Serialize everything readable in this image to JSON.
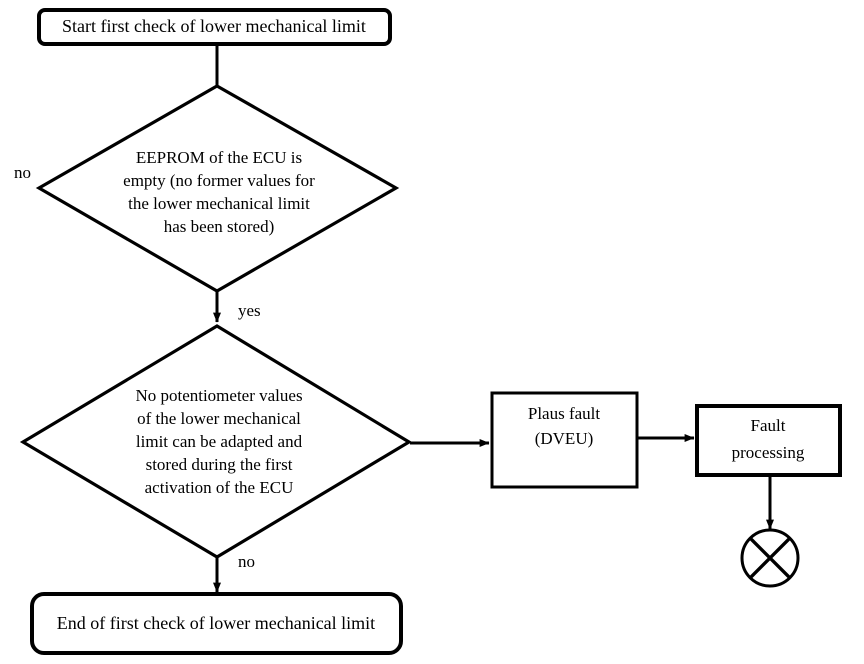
{
  "diagram": {
    "title": "First check of lower mechanical limit flowchart",
    "background_color": "#ffffff",
    "line_color": "#000000",
    "nodes": {
      "start": {
        "type": "rounded-rectangle",
        "text": "Start first check of lower mechanical limit"
      },
      "decision_eeprom": {
        "type": "diamond",
        "line1": "EEPROM of the ECU is",
        "line2": "empty (no former values for",
        "line3": "the lower mechanical limit",
        "line4": "has been stored)"
      },
      "decision_potentiometer": {
        "type": "diamond",
        "line1": "No potentiometer values",
        "line2": "of the lower mechanical",
        "line3": "limit can be adapted and",
        "line4": "stored during the first",
        "line5": "activation of the ECU"
      },
      "plaus_fault": {
        "type": "rectangle",
        "line1": "Plaus fault",
        "line2": "(DVEU)"
      },
      "fault_processing": {
        "type": "rectangle",
        "line1": "Fault",
        "line2": "processing"
      },
      "end": {
        "type": "rounded-rectangle",
        "text": "End of first check of lower mechanical limit"
      },
      "terminator": {
        "type": "crossed-circle",
        "text": ""
      }
    },
    "edge_labels": {
      "eeprom_no": "no",
      "eeprom_yes": "yes",
      "potentiometer_no": "no"
    }
  }
}
